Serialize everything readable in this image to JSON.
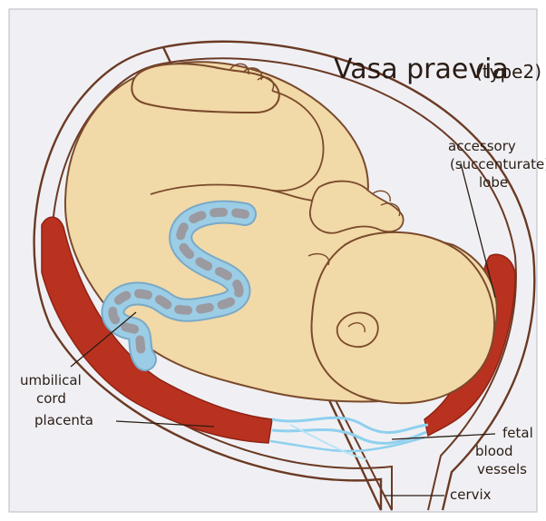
{
  "title": {
    "main": "Vasa praevia",
    "sub": "(type2)"
  },
  "labels": {
    "accessory_lobe": [
      "accessory",
      "(succenturate)",
      "lobe"
    ],
    "umbilical_cord": [
      "umbilical",
      "cord"
    ],
    "placenta": "placenta",
    "fetal_blood_vessels": [
      "fetal",
      "blood",
      "vessels"
    ],
    "cervix": "cervix"
  },
  "colors": {
    "background": "#f0f0f4",
    "uterus_outline": "#6b3a24",
    "fetus_skin": "#f2d9a8",
    "fetus_outline": "#7a4a2c",
    "placenta": "#b8321f",
    "placenta_dark": "#8e2314",
    "cord_blue": "#9ccde6",
    "cord_grey": "#9a9aa0",
    "vessel_blue": "#8fd0ee",
    "label_ink": "#2a1c14"
  }
}
